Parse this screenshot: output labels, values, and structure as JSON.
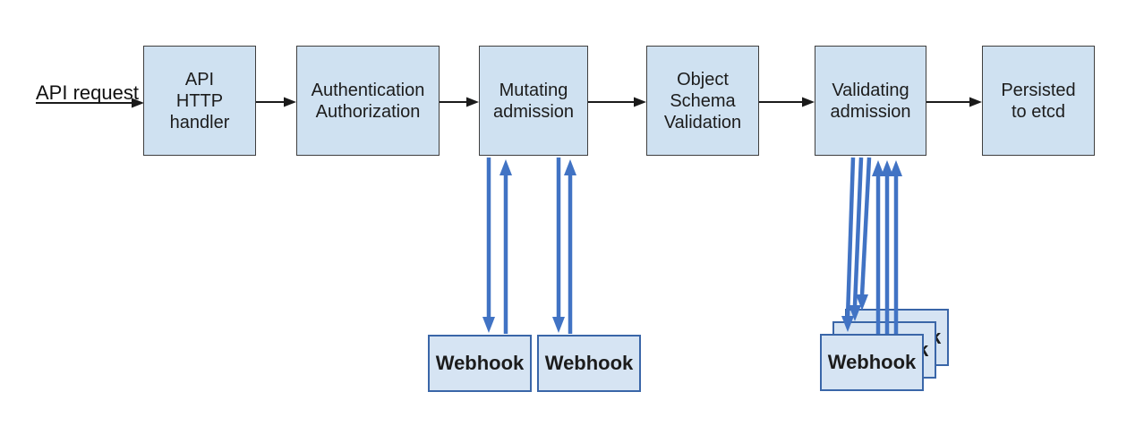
{
  "api_request_label": "API request",
  "flow_boxes": [
    {
      "name": "api-http-handler",
      "lines": [
        "API",
        "HTTP",
        "handler"
      ]
    },
    {
      "name": "authentication-authorization",
      "lines": [
        "Authentication",
        "Authorization"
      ]
    },
    {
      "name": "mutating-admission",
      "lines": [
        "Mutating",
        "admission"
      ]
    },
    {
      "name": "object-schema-validation",
      "lines": [
        "Object",
        "Schema",
        "Validation"
      ]
    },
    {
      "name": "validating-admission",
      "lines": [
        "Validating",
        "admission"
      ]
    },
    {
      "name": "persisted-to-etcd",
      "lines": [
        "Persisted",
        "to etcd"
      ]
    }
  ],
  "webhooks": {
    "mutating": [
      {
        "label": "Webhook"
      },
      {
        "label": "Webhook"
      }
    ],
    "validating_stack": [
      {
        "label": "Webhook"
      },
      {
        "label": "Webhook"
      },
      {
        "label": "Webhook"
      }
    ]
  },
  "colors": {
    "background": "#ffffff",
    "box-fill": "#cfe1f1",
    "box-border": "#3f3f3f",
    "webhook-fill": "#d6e4f3",
    "webhook-border": "#3a66a8",
    "arrow-blue": "#4173c4",
    "arrow-black": "#1a1a1a",
    "text": "#1c1c1c"
  }
}
